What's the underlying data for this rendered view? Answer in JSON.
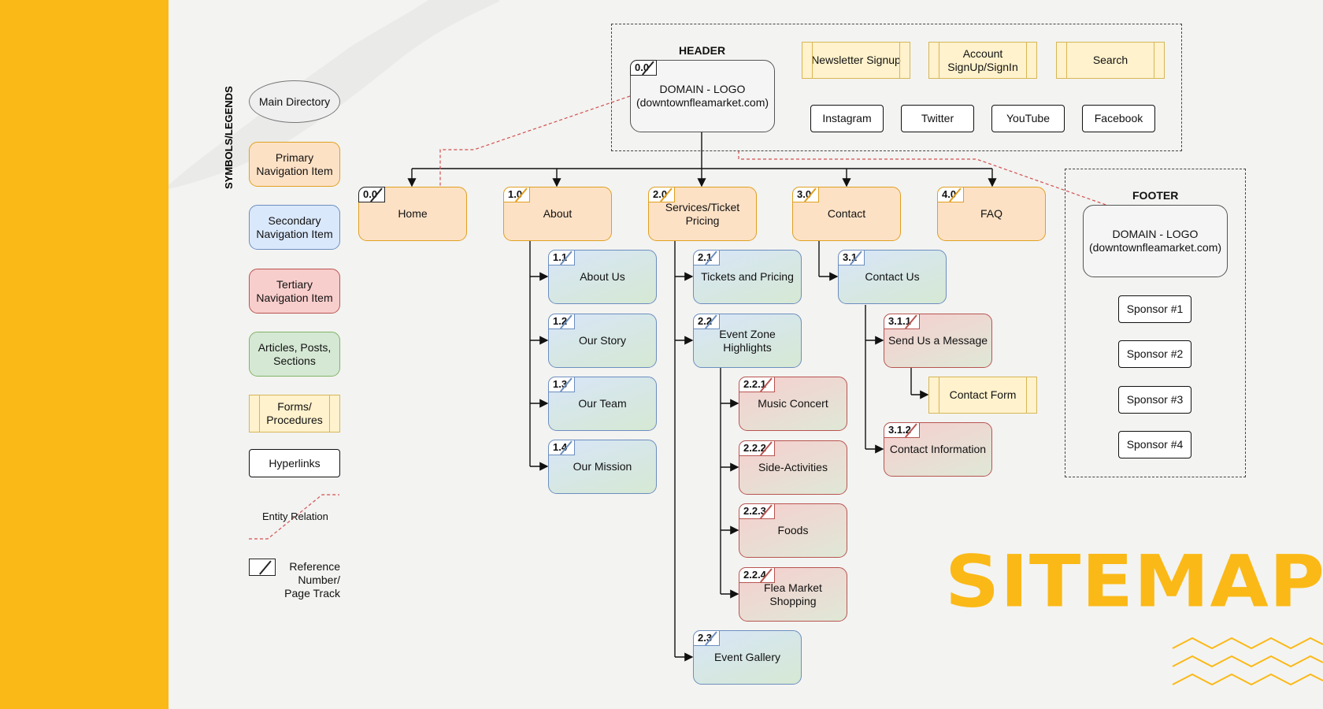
{
  "legend": {
    "title": "SYMBOLS/LEGENDS",
    "main_directory": "Main Directory",
    "primary": "Primary Navigation Item",
    "secondary": "Secondary Navigation Item",
    "tertiary": "Tertiary Navigation Item",
    "articles": "Articles, Posts, Sections",
    "forms": "Forms/ Procedures",
    "hyperlinks": "Hyperlinks",
    "entity_relation": "Entity Relation",
    "reference": "Reference Number/ Page Track"
  },
  "header": {
    "title": "HEADER",
    "logo_ref": "0.0",
    "logo_label": "DOMAIN - LOGO (downtownfleamarket.com)",
    "forms": [
      "Newsletter Signup",
      "Account SignUp/SignIn",
      "Search"
    ],
    "social": [
      "Instagram",
      "Twitter",
      "YouTube",
      "Facebook"
    ]
  },
  "footer": {
    "title": "FOOTER",
    "logo_label": "DOMAIN - LOGO (downtownfleamarket.com)",
    "sponsors": [
      "Sponsor #1",
      "Sponsor #2",
      "Sponsor #3",
      "Sponsor #4"
    ]
  },
  "primary_nav": [
    {
      "ref": "0.0",
      "label": "Home"
    },
    {
      "ref": "1.0",
      "label": "About"
    },
    {
      "ref": "2.0",
      "label": "Services/Ticket Pricing"
    },
    {
      "ref": "3.0",
      "label": "Contact"
    },
    {
      "ref": "4.0",
      "label": "FAQ"
    }
  ],
  "about_children": [
    {
      "ref": "1.1",
      "label": "About Us"
    },
    {
      "ref": "1.2",
      "label": "Our Story"
    },
    {
      "ref": "1.3",
      "label": "Our Team"
    },
    {
      "ref": "1.4",
      "label": "Our Mission"
    }
  ],
  "services_children": [
    {
      "ref": "2.1",
      "label": "Tickets and Pricing"
    },
    {
      "ref": "2.2",
      "label": "Event Zone Highlights"
    },
    {
      "ref": "2.3",
      "label": "Event Gallery"
    }
  ],
  "event_zone_children": [
    {
      "ref": "2.2.1",
      "label": "Music Concert"
    },
    {
      "ref": "2.2.2",
      "label": "Side-Activities"
    },
    {
      "ref": "2.2.3",
      "label": "Foods"
    },
    {
      "ref": "2.2.4",
      "label": "Flea Market Shopping"
    }
  ],
  "contact_children": [
    {
      "ref": "3.1",
      "label": "Contact Us"
    }
  ],
  "contact_us_children": [
    {
      "ref": "3.1.1",
      "label": "Send Us a Message"
    },
    {
      "ref": "3.1.2",
      "label": "Contact Information"
    }
  ],
  "contact_form": "Contact Form",
  "page_title": "SITEMAP",
  "colors": {
    "accent": "#fbb917",
    "primary_fill": "#fde1c5",
    "secondary_border": "#6c8ebf",
    "tertiary_border": "#b85450",
    "article_fill": "#d5e8d4",
    "form_fill": "#fff2cc"
  }
}
